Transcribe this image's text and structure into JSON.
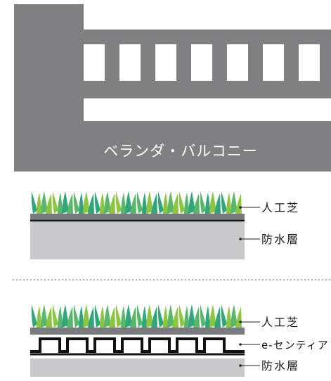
{
  "colors": {
    "balcony": "#808083",
    "grass_dark": "#2fa77a",
    "grass_light": "#8cc63f",
    "grass_mid": "#57b86a",
    "turf_base": "#7a7b7e",
    "waterproof": "#c9c9cb",
    "line": "#111111",
    "text": "#1a1a1a",
    "balcony_text": "#ffffff"
  },
  "balcony": {
    "label": "ベランダ・バルコニー"
  },
  "diagram_top": {
    "artificial_turf_label": "人工芝",
    "waterproof_label": "防水層"
  },
  "diagram_bottom": {
    "artificial_turf_label": "人工芝",
    "esentia_label": "e-センティア",
    "waterproof_label": "防水層"
  }
}
